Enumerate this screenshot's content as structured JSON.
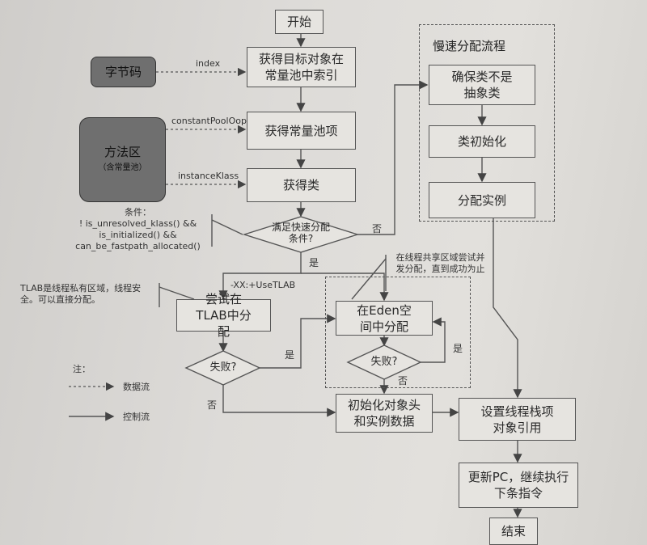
{
  "nodes": {
    "start": "开始",
    "bytecode": "字节码",
    "get_index": "获得目标对象在常量池中索引",
    "method_area": "方法区",
    "method_area_sub": "（含常量池）",
    "get_cp_item": "获得常量池项",
    "get_class": "获得类",
    "fast_cond": "满足快速分配条件?",
    "slow_title": "慢速分配流程",
    "ensure_not_abstract": "确保类不是抽象类",
    "class_init": "类初始化",
    "alloc_instance": "分配实例",
    "try_tlab": "尝试在TLAB中分配",
    "tlab_fail": "失败?",
    "eden_alloc": "在Eden空间中分配",
    "eden_fail": "失败?",
    "init_header": "初始化对象头和实例数据",
    "set_ref": "设置线程栈项对象引用",
    "update_pc": "更新PC，继续执行下条指令",
    "end": "结束"
  },
  "labels": {
    "index": "index",
    "constant_pool_oop": "constantPoolOop",
    "instance_klass": "instanceKlass",
    "cond_title": "条件：",
    "cond_1": "! is_unresolved_klass() &&",
    "cond_2": "is_initialized() &&",
    "cond_3": "can_be_fastpath_allocated()",
    "no_fast": "否",
    "yes_fast": "是",
    "use_tlab": "-XX:+UseTLAB",
    "tlab_note": "TLAB是线程私有区域，线程安全。可以直接分配。",
    "eden_note": "在线程共享区域尝试并发分配，直到成功为止",
    "tlab_yes": "是",
    "tlab_no": "否",
    "eden_yes": "是",
    "eden_no": "否"
  },
  "legend": {
    "title": "注：",
    "data_flow": "数据流",
    "control_flow": "控制流"
  }
}
